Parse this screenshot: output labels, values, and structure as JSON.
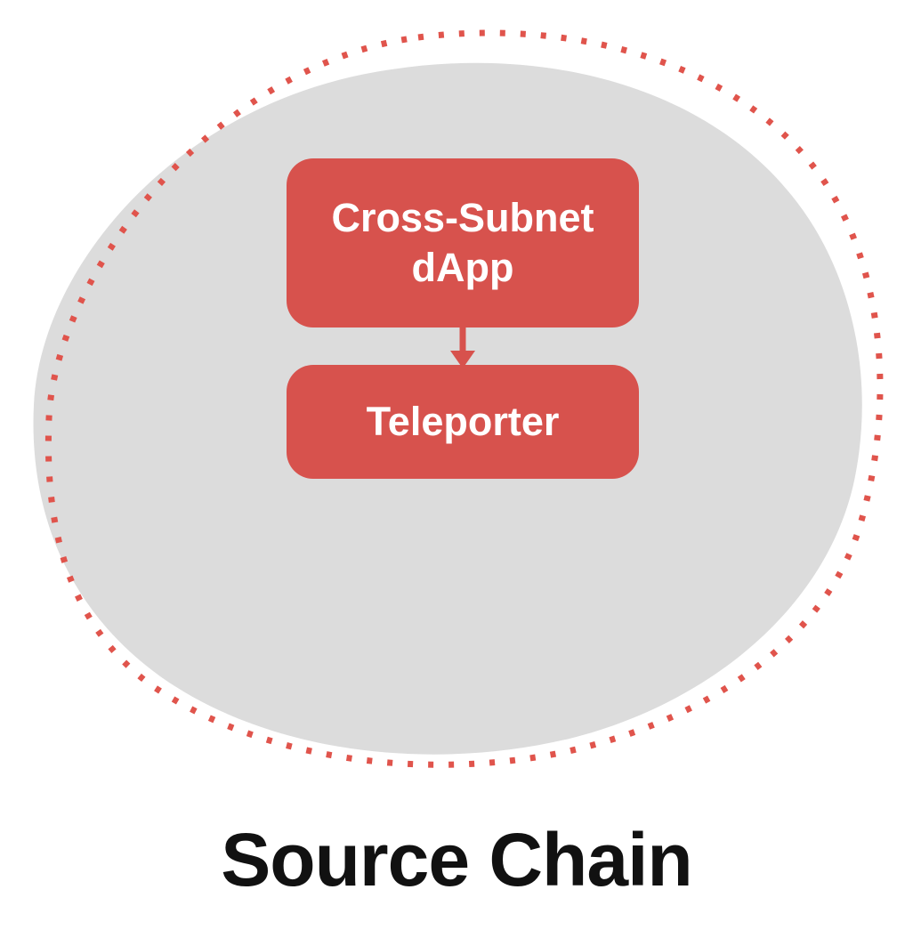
{
  "diagram": {
    "title": "Source Chain",
    "nodes": [
      {
        "id": "cross-subnet-dapp",
        "label": "Cross-Subnet dApp"
      },
      {
        "id": "teleporter",
        "label": "Teleporter"
      }
    ],
    "connectors": [
      {
        "from": "cross-subnet-dapp",
        "to": "teleporter",
        "direction": "down"
      }
    ],
    "colors": {
      "background": "#ffffff",
      "blob_fill": "#dcdcdc",
      "dotted_outline": "#e0544c",
      "node_fill": "#d7524d",
      "node_text": "#ffffff",
      "arrow": "#d7524d",
      "title_color": "#111111"
    }
  }
}
